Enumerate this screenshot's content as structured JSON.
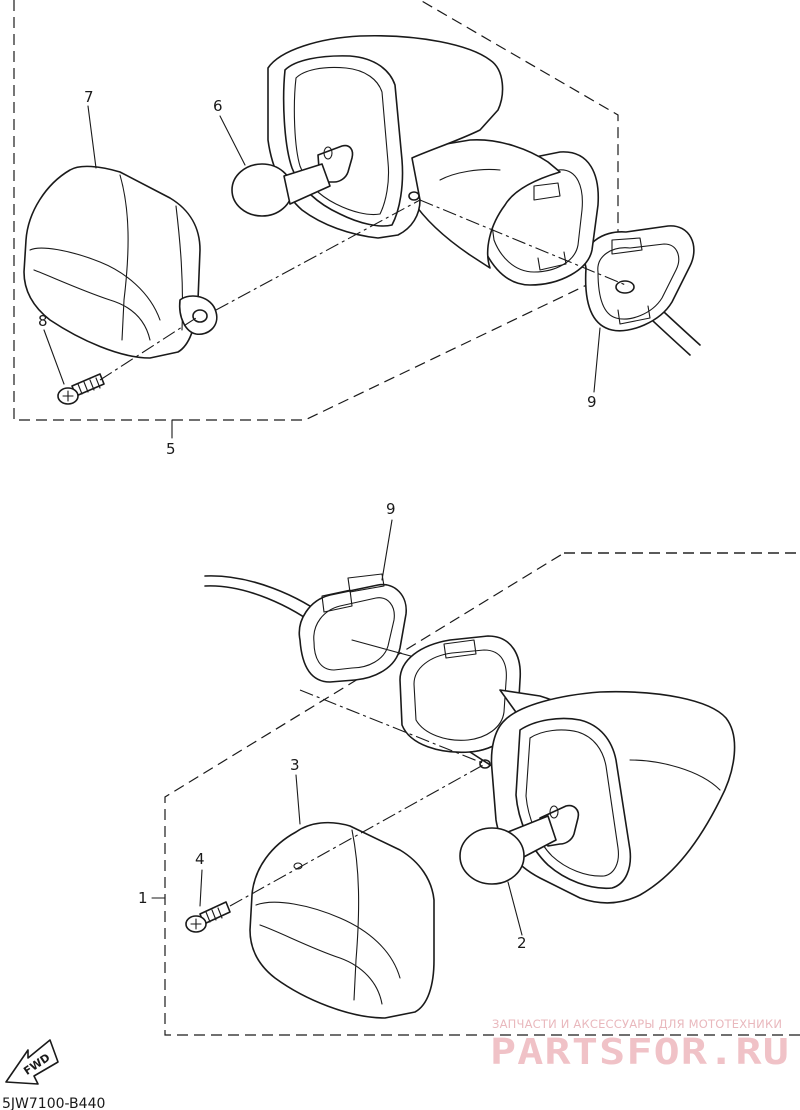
{
  "diagram": {
    "callouts": {
      "c1": "1",
      "c2": "2",
      "c3": "3",
      "c4": "4",
      "c5": "5",
      "c6": "6",
      "c7": "7",
      "c8": "8",
      "c9a": "9",
      "c9b": "9"
    },
    "direction_arrow": "FWD",
    "part_code": "5JW7100-B440"
  },
  "watermark": {
    "caption": "ЗАПЧАСТИ И АКСЕССУАРЫ ДЛЯ МОТОТЕХНИКИ",
    "logo": "PARTSFOR.RU",
    "color": "#f0c2c7"
  }
}
